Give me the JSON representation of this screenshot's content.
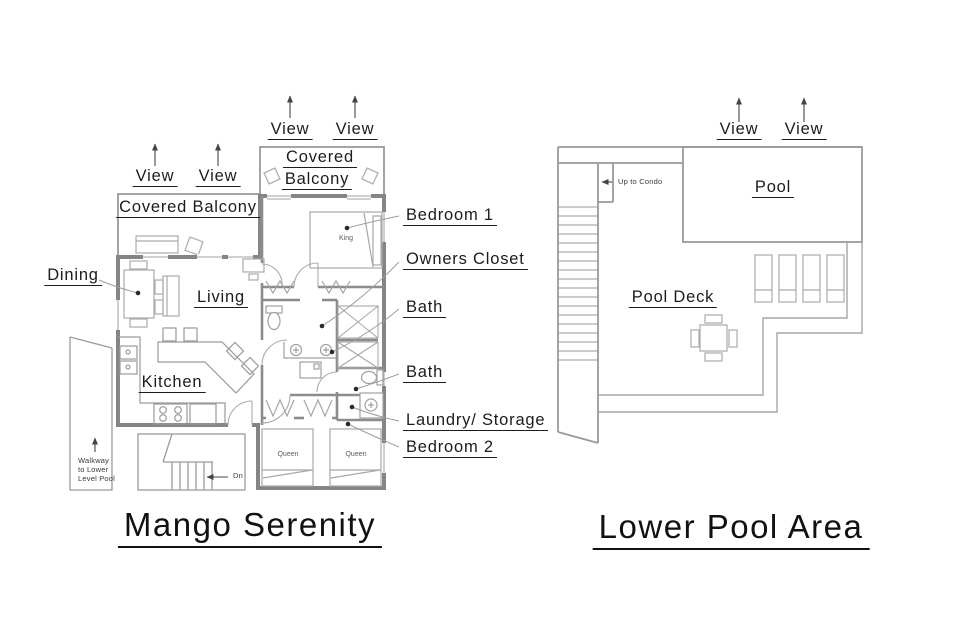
{
  "colors": {
    "wall": "#858585",
    "outline": "#9a9a9a",
    "furniture": "#ababab",
    "leader": "#9e9e9e",
    "arrow": "#444444",
    "text": "#1c1c1c",
    "background": "#ffffff"
  },
  "left_plan": {
    "title": "Mango Serenity",
    "views": [
      "View",
      "View",
      "View",
      "View"
    ],
    "balcony_left": "Covered Balcony",
    "balcony_top": [
      "Covered",
      "Balcony"
    ],
    "rooms": {
      "dining": "Dining",
      "living": "Living",
      "kitchen": "Kitchen"
    },
    "callouts": [
      {
        "label": "Bedroom 1"
      },
      {
        "label": "Owners Closet"
      },
      {
        "label": "Bath"
      },
      {
        "label": "Bath"
      },
      {
        "label": "Laundry/ Storage"
      },
      {
        "label": "Bedroom 2"
      }
    ],
    "beds": {
      "king": "King",
      "queen_left": "Queen",
      "queen_right": "Queen"
    },
    "walkway": [
      "Walkway",
      "to Lower",
      "Level Pool"
    ],
    "stair_note": "Dn"
  },
  "right_plan": {
    "title": "Lower Pool Area",
    "views": [
      "View",
      "View"
    ],
    "pool": "Pool",
    "pool_deck": "Pool Deck",
    "stair_note": "Up to Condo"
  }
}
